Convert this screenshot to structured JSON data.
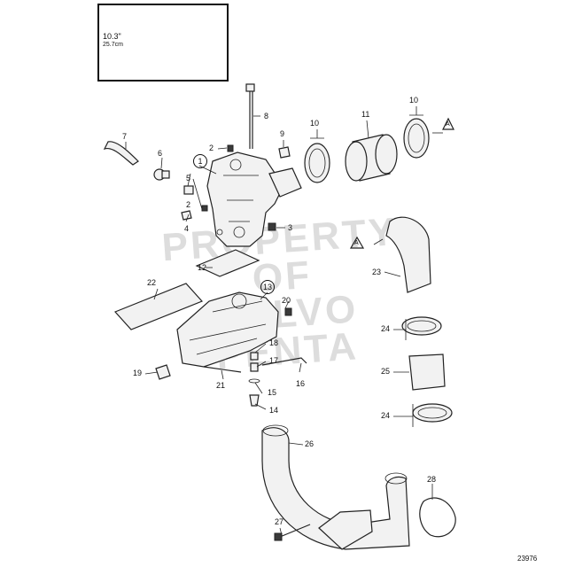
{
  "watermark": {
    "line1": "PROPERTY OF",
    "line2": "VOLVO PENTA"
  },
  "inset": {
    "dimension": "10.3\"",
    "dimension_metric": "25.7cm"
  },
  "drawing_number": "23976",
  "reference_marker": "A",
  "callouts": {
    "c1": "1",
    "c2a": "2",
    "c2b": "2",
    "c3": "3",
    "c4": "4",
    "c5": "5",
    "c6": "6",
    "c7": "7",
    "c8": "8",
    "c9": "9",
    "c10a": "10",
    "c10b": "10",
    "c11": "11",
    "c12": "12",
    "c13": "13",
    "c14": "14",
    "c15": "15",
    "c16": "16",
    "c17": "17",
    "c18": "18",
    "c19": "19",
    "c20": "20",
    "c21": "21",
    "c22": "22",
    "c23": "23",
    "c24a": "24",
    "c24b": "24",
    "c25": "25",
    "c26": "26",
    "c27": "27",
    "c28": "28"
  }
}
